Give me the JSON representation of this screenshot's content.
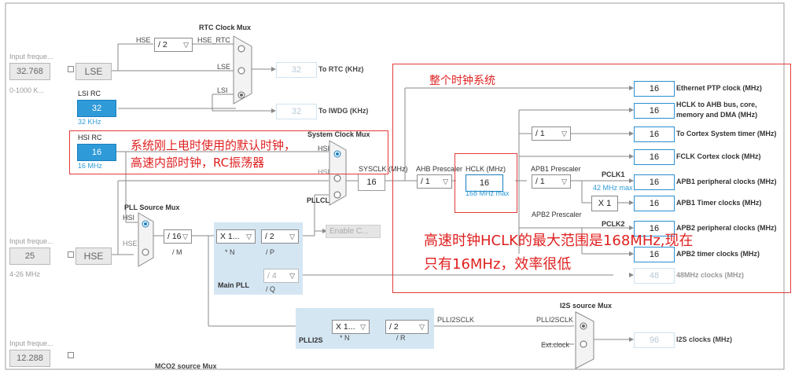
{
  "inputs": {
    "lse_freq_label": "Input freque...",
    "lse_freq_value": "32.768",
    "lse_range": "0-1000 K...",
    "hse_freq_label": "Input freque...",
    "hse_freq_value": "25",
    "hse_range": "4-26 MHz",
    "ext_freq_label": "Input freque...",
    "ext_freq_value": "12.288"
  },
  "sources": {
    "lse": "LSE",
    "lsi_title": "LSI RC",
    "lsi_value": "32",
    "lsi_caption": "32 KHz",
    "hsi_title": "HSI RC",
    "hsi_value": "16",
    "hsi_caption": "16 MHz",
    "hse": "HSE"
  },
  "rtc": {
    "title": "RTC Clock Mux",
    "hse_label": "HSE",
    "div_value": "/ 2",
    "hse_rtc_label": "HSE_RTC",
    "lse_label": "LSE",
    "lsi_label": "LSI",
    "rtc_value": "32",
    "rtc_out": "To RTC (KHz)",
    "iwdg_value": "32",
    "iwdg_out": "To IWDG (KHz)"
  },
  "sysclk": {
    "mux_title": "System Clock Mux",
    "hsi": "HSI",
    "hse": "HSE",
    "pllclk": "PLLCLK",
    "sysclk_label": "SYSCLK (MHz)",
    "sysclk_value": "16",
    "enable_btn": "Enable C..."
  },
  "pll": {
    "mux_title": "PLL Source Mux",
    "hsi": "HSI",
    "hse": "HSE",
    "m_value": "/ 16",
    "m_label": "/ M",
    "n_value": "X 1...",
    "n_label": "* N",
    "p_value": "/ 2",
    "p_label": "/ P",
    "q_value": "/ 4",
    "q_label": "/ Q",
    "main_pll": "Main PLL"
  },
  "ahb": {
    "prescaler_label": "AHB Prescaler",
    "prescaler_value": "/ 1",
    "hclk_label": "HCLK (MHz)",
    "hclk_value": "16",
    "hclk_max": "168 MHz max"
  },
  "apb": {
    "apb1_label": "APB1 Prescaler",
    "apb1_value": "/ 1",
    "pclk1": "PCLK1",
    "pclk1_max": "42 MHz max",
    "x1_a": "X 1",
    "apb2_label": "APB2 Prescaler",
    "pclk2": "PCLK2",
    "cortex_div": "/ 1"
  },
  "outputs": [
    {
      "value": "16",
      "label": "Ethernet PTP clock (MHz)"
    },
    {
      "value": "16",
      "label": "HCLK to AHB bus, core, memory and DMA (MHz)"
    },
    {
      "value": "16",
      "label": "To Cortex System timer (MHz)"
    },
    {
      "value": "16",
      "label": "FCLK Cortex clock (MHz)"
    },
    {
      "value": "16",
      "label": "APB1 peripheral clocks (MHz)"
    },
    {
      "value": "16",
      "label": "APB1 Timer clocks (MHz)"
    },
    {
      "value": "16",
      "label": "APB2 peripheral clocks (MHz)"
    },
    {
      "value": "16",
      "label": "APB2 timer clocks (MHz)"
    },
    {
      "value": "48",
      "label": "48MHz clocks (MHz)"
    }
  ],
  "i2s": {
    "mux_title": "I2S source Mux",
    "n_value": "X 1...",
    "n_label": "* N",
    "r_value": "/ 2",
    "r_label": "/ R",
    "plli2s": "PLLI2S",
    "plli2sclk_a": "PLLI2SCLK",
    "plli2sclk_b": "PLLI2SCLK",
    "ext_clock": "Ext.clock",
    "out_value": "96",
    "out_label": "I2S clocks (MHz)"
  },
  "mco2": {
    "title": "MCO2 source Mux"
  },
  "annotations": {
    "whole_system": "整个时钟系统",
    "hsi_note_line1": "系统刚上电时使用的默认时钟，",
    "hsi_note_line2": "高速内部时钟，RC振荡器",
    "hclk_note_line1": "高速时钟HCLK的最大范围是168MHz,现在",
    "hclk_note_line2": "只有16MHz，效率很低"
  },
  "colors": {
    "accent_blue": "#2f9ad8",
    "annotation_red": "#e02020",
    "pll_panel": "#d5e6f3"
  }
}
